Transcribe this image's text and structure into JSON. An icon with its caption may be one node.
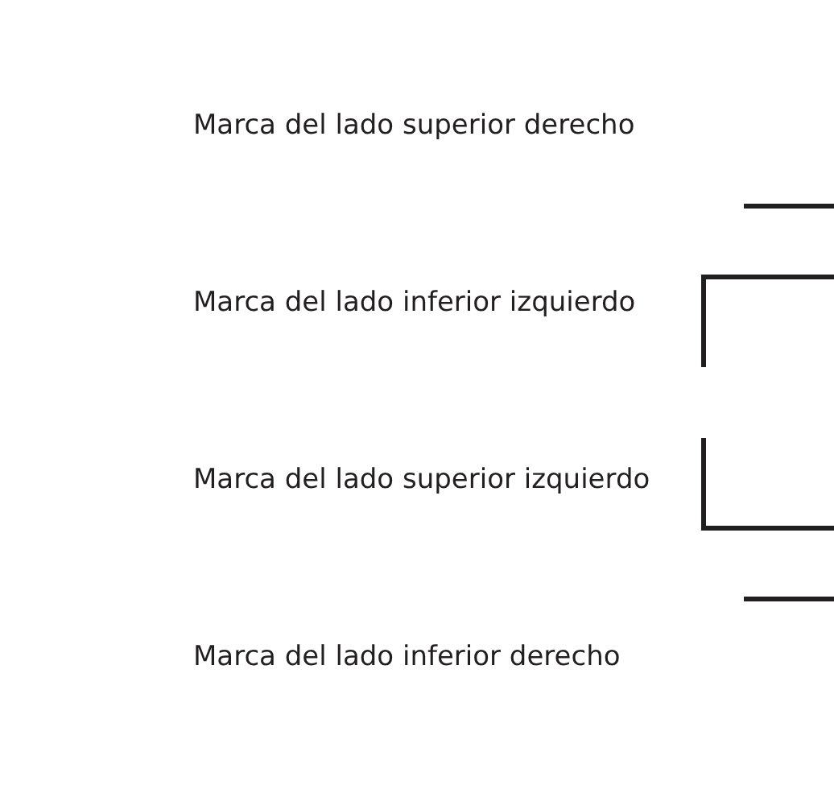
{
  "diagram": {
    "labels": [
      "Marca del lado superior derecho",
      "Marca del lado inferior izquierdo",
      "Marca del lado superior izquierdo",
      "Marca del lado inferior derecho"
    ]
  }
}
